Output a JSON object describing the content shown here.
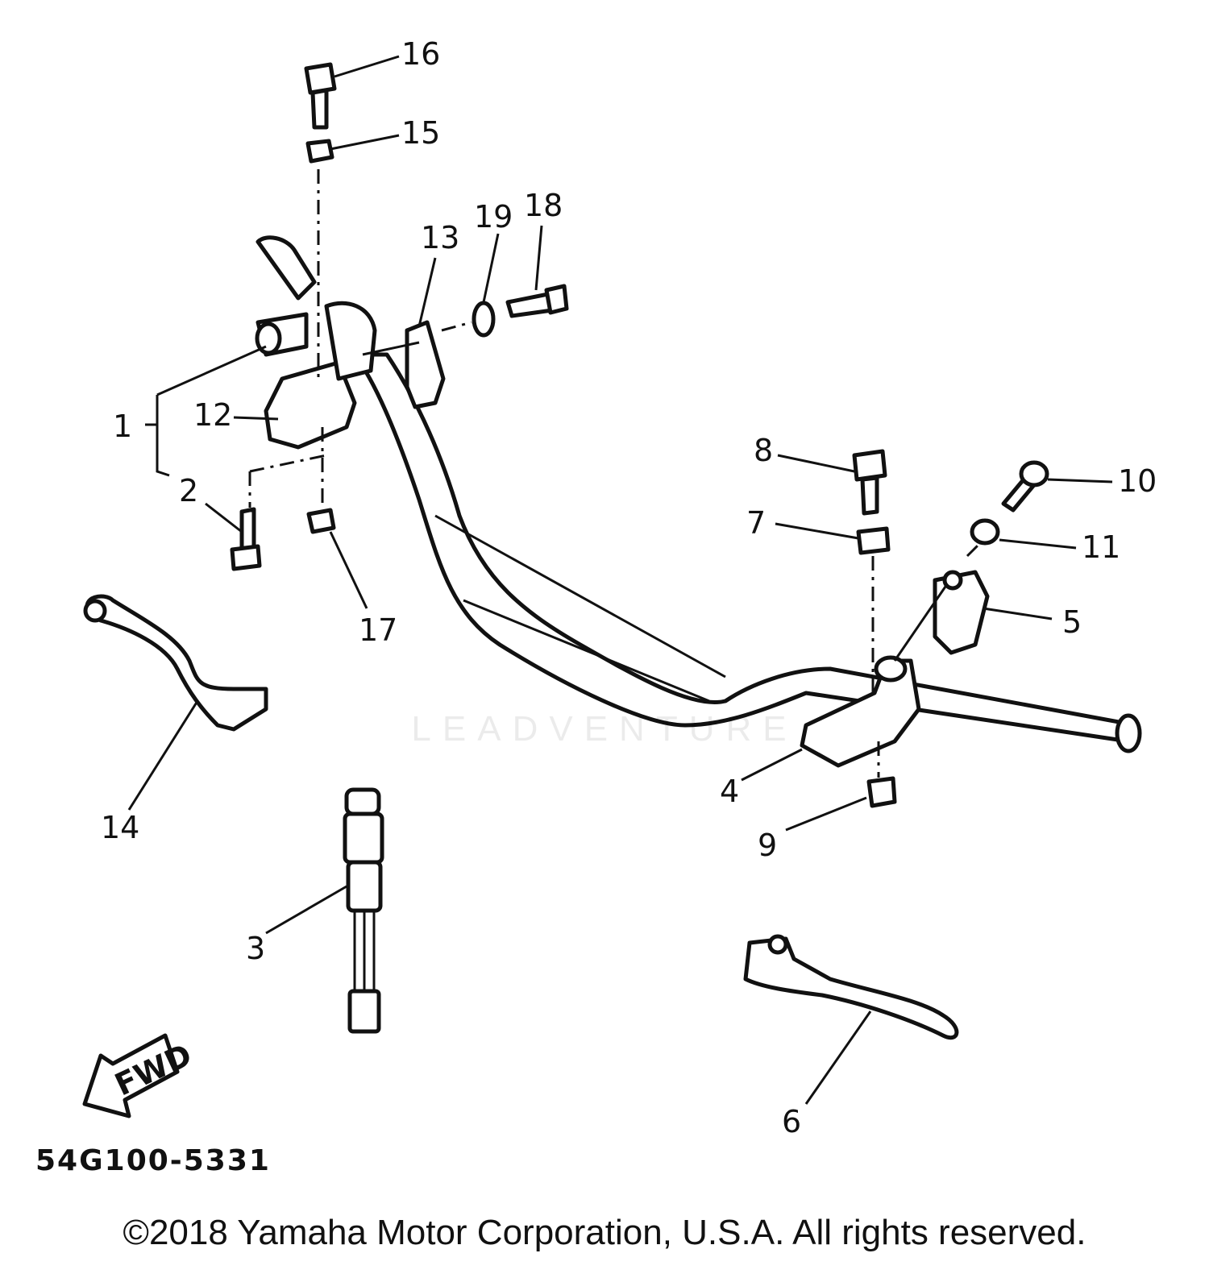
{
  "callouts": {
    "c1": "1",
    "c2": "2",
    "c3": "3",
    "c4": "4",
    "c5": "5",
    "c6": "6",
    "c7": "7",
    "c8": "8",
    "c9": "9",
    "c10": "10",
    "c11": "11",
    "c12": "12",
    "c13": "13",
    "c14": "14",
    "c15": "15",
    "c16": "16",
    "c17": "17",
    "c18": "18",
    "c19": "19"
  },
  "fwd_label": "FWD",
  "diagram_code": "54G100-5331",
  "watermark": "LEADVENTURE",
  "copyright": "©2018 Yamaha Motor Corporation, U.S.A. All rights reserved."
}
